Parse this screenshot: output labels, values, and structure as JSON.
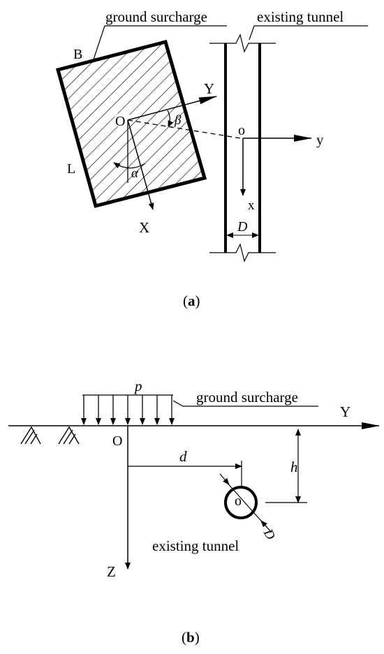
{
  "panel_a": {
    "surcharge_label": "ground surcharge",
    "tunnel_label": "existing tunnel",
    "B": "B",
    "L": "L",
    "O": "O",
    "X": "X",
    "Y": "Y",
    "o": "o",
    "x": "x",
    "y": "y",
    "alpha": "α",
    "beta": "β",
    "D": "D",
    "caption_letter": "a"
  },
  "panel_b": {
    "p": "p",
    "surcharge_label": "ground surcharge",
    "Y": "Y",
    "O": "O",
    "d": "d",
    "h": "h",
    "o": "o",
    "D": "D",
    "Z": "Z",
    "tunnel_label": "existing tunnel",
    "caption_letter": "b"
  }
}
